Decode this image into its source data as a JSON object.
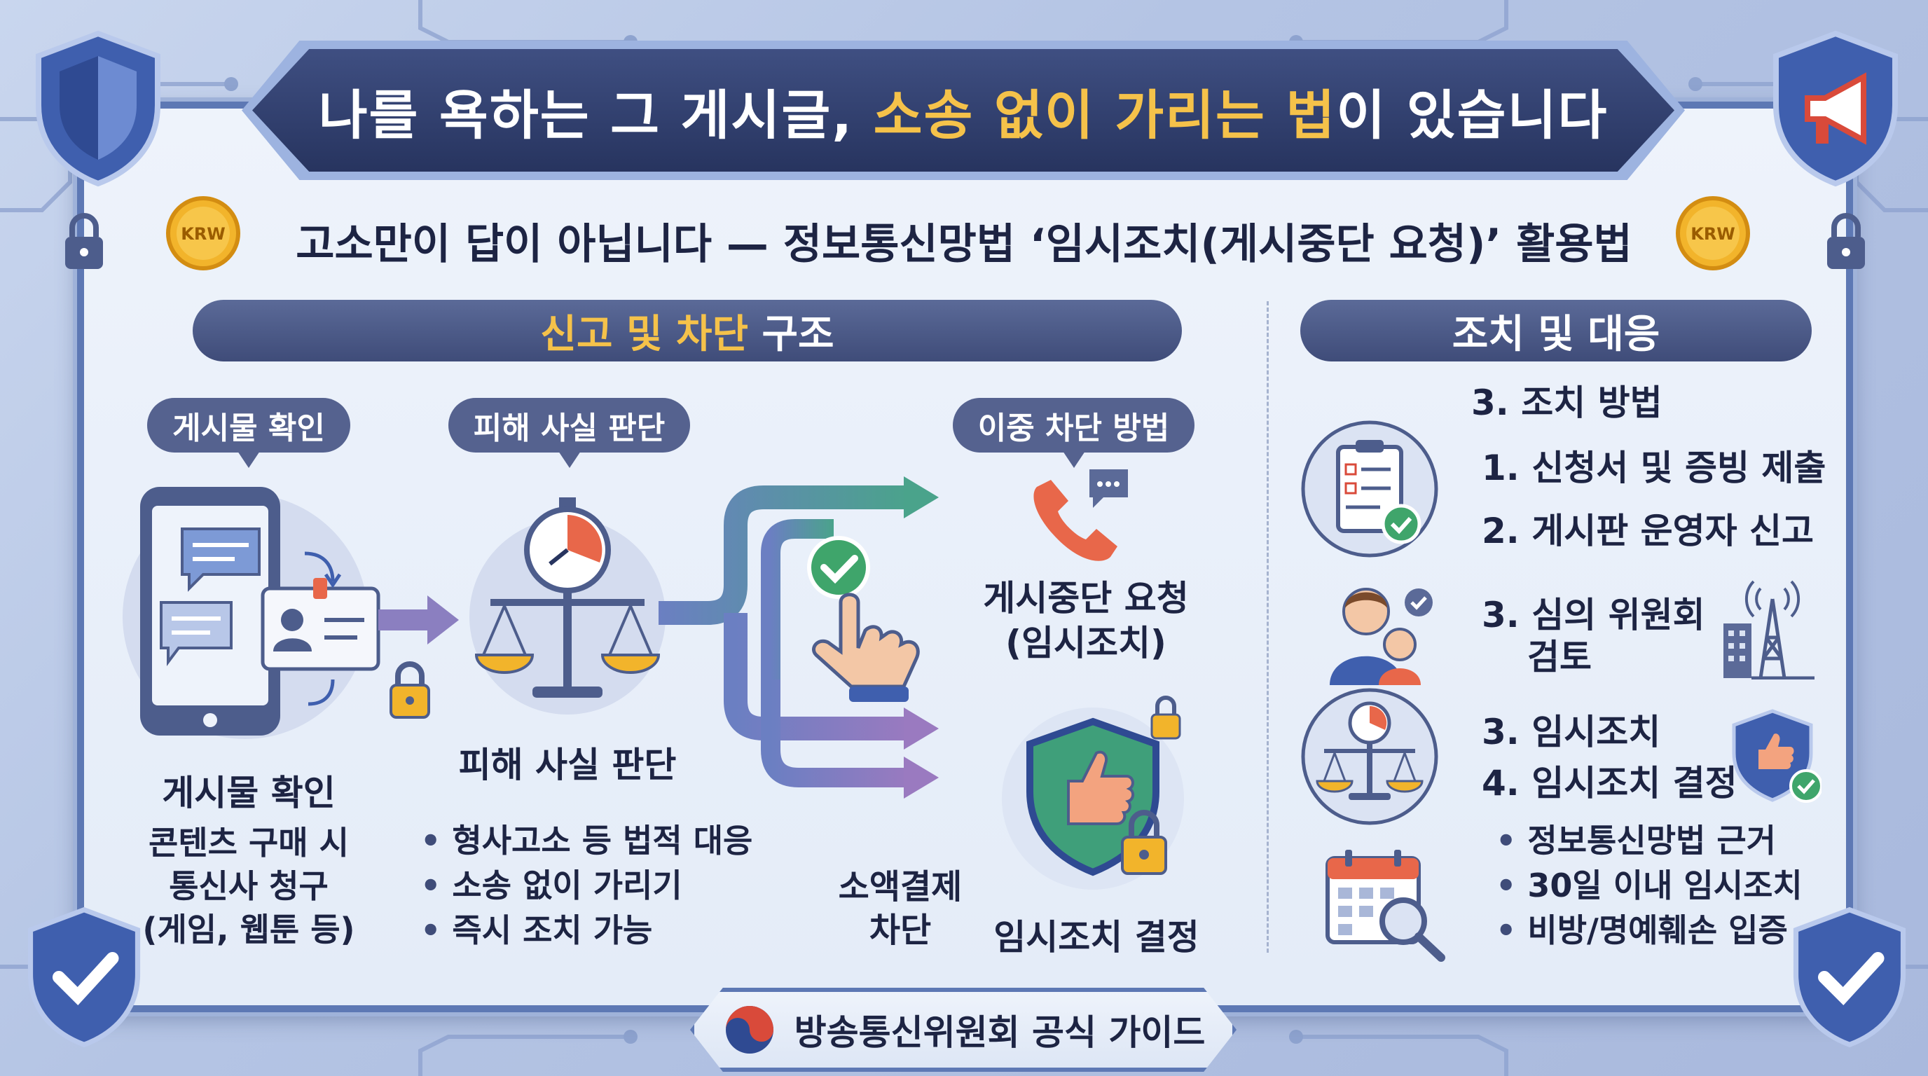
{
  "header": {
    "title_part1": "나를 욕하는 그 게시글, ",
    "title_highlight": "소송 없이 가리는 법",
    "title_part2": "이 있습니다",
    "subtitle": "고소만이 답이 아닙니다 — 정보통신망법 ‘임시조치(게시중단 요청)’ 활용법",
    "coin_label": "KRW"
  },
  "left_section": {
    "heading_highlight": "신고 및 차단",
    "heading_rest": " 구조",
    "step1": {
      "pill": "게시물 확인",
      "label": "게시물 확인",
      "desc": [
        "콘텐츠 구매 시",
        "통신사 청구",
        "(게임, 웹툰 등)"
      ]
    },
    "step2": {
      "pill": "피해 사실 판단",
      "label": "피해 사실 판단",
      "bullets": [
        "형사고소 등 법적 대응",
        "소송 없이 가리기",
        "즉시 조치 가능"
      ]
    },
    "step3": {
      "pill": "이중 차단 방법",
      "label_a": [
        "게시중단 요청",
        "(임시조치)"
      ],
      "label_b": [
        "소액결제",
        "차단"
      ],
      "label_c": "임시조치 결정"
    }
  },
  "right_section": {
    "heading": "조치 및 대응",
    "method_title": "3. 조치 방법",
    "items": [
      "1. 신청서 및 증빙 제출",
      "2. 게시판 운영자 신고",
      "3. 심의 위원회",
      "검토",
      "3. 임시조치",
      "4. 임시조치 결정"
    ],
    "bullets": [
      "정보통신망법 근거",
      "30일 이내 임시조치",
      "비방/명예훼손 입증"
    ]
  },
  "footer": {
    "text": "방송통신위원회 공식 가이드"
  },
  "colors": {
    "navy": "#27345f",
    "accent": "#f5c24a",
    "purple": "#7d73b3",
    "green": "#3fa56b",
    "orange": "#e8674a"
  },
  "icons": [
    "shield-check-icon",
    "megaphone-icon",
    "padlock-icon",
    "coin-icon",
    "phone-icon",
    "chat-bubble-icon",
    "profile-card-icon",
    "scale-icon",
    "stopwatch-icon",
    "check-icon",
    "pointing-hand-icon",
    "thumbs-up-shield-icon",
    "clipboard-icon",
    "family-icon",
    "tower-icon",
    "calendar-icon",
    "magnifier-icon",
    "taegeuk-icon"
  ]
}
